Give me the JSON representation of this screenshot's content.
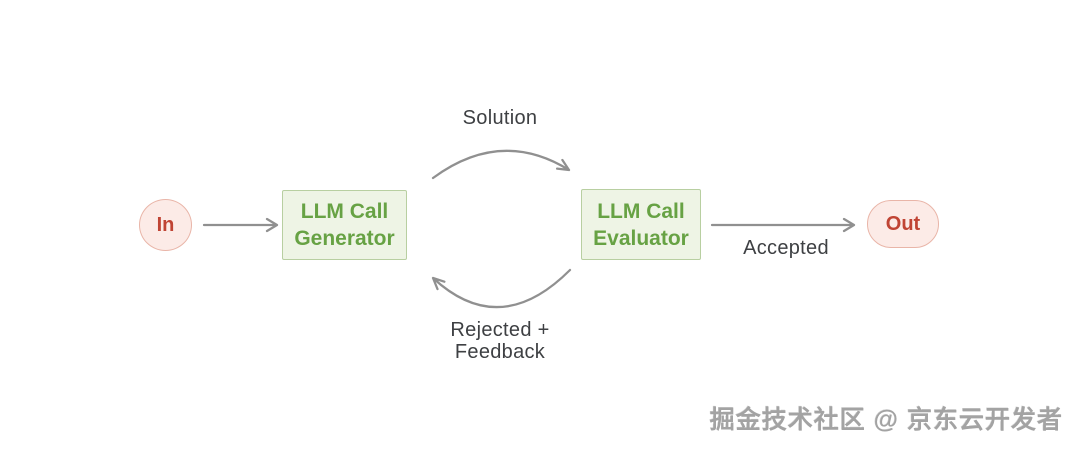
{
  "diagram": {
    "nodes": {
      "input": {
        "label": "In"
      },
      "generator": {
        "line1": "LLM Call",
        "line2": "Generator"
      },
      "evaluator": {
        "line1": "LLM Call",
        "line2": "Evaluator"
      },
      "output": {
        "label": "Out"
      }
    },
    "edges": {
      "solution": "Solution",
      "accepted": "Accepted",
      "rejected_line1": "Rejected +",
      "rejected_line2": "Feedback"
    },
    "watermark": "掘金技术社区 @ 京东云开发者",
    "colors": {
      "node_green_fill": "#eef4e5",
      "node_green_border": "#b8cfa1",
      "node_green_text": "#67a244",
      "node_pink_fill": "#fcebe7",
      "node_pink_border": "#e9b5a8",
      "node_red_text": "#c04434",
      "arrow_stroke": "#909090",
      "edge_label_text": "#3e4043",
      "watermark_text": "#a3a3a3"
    }
  }
}
